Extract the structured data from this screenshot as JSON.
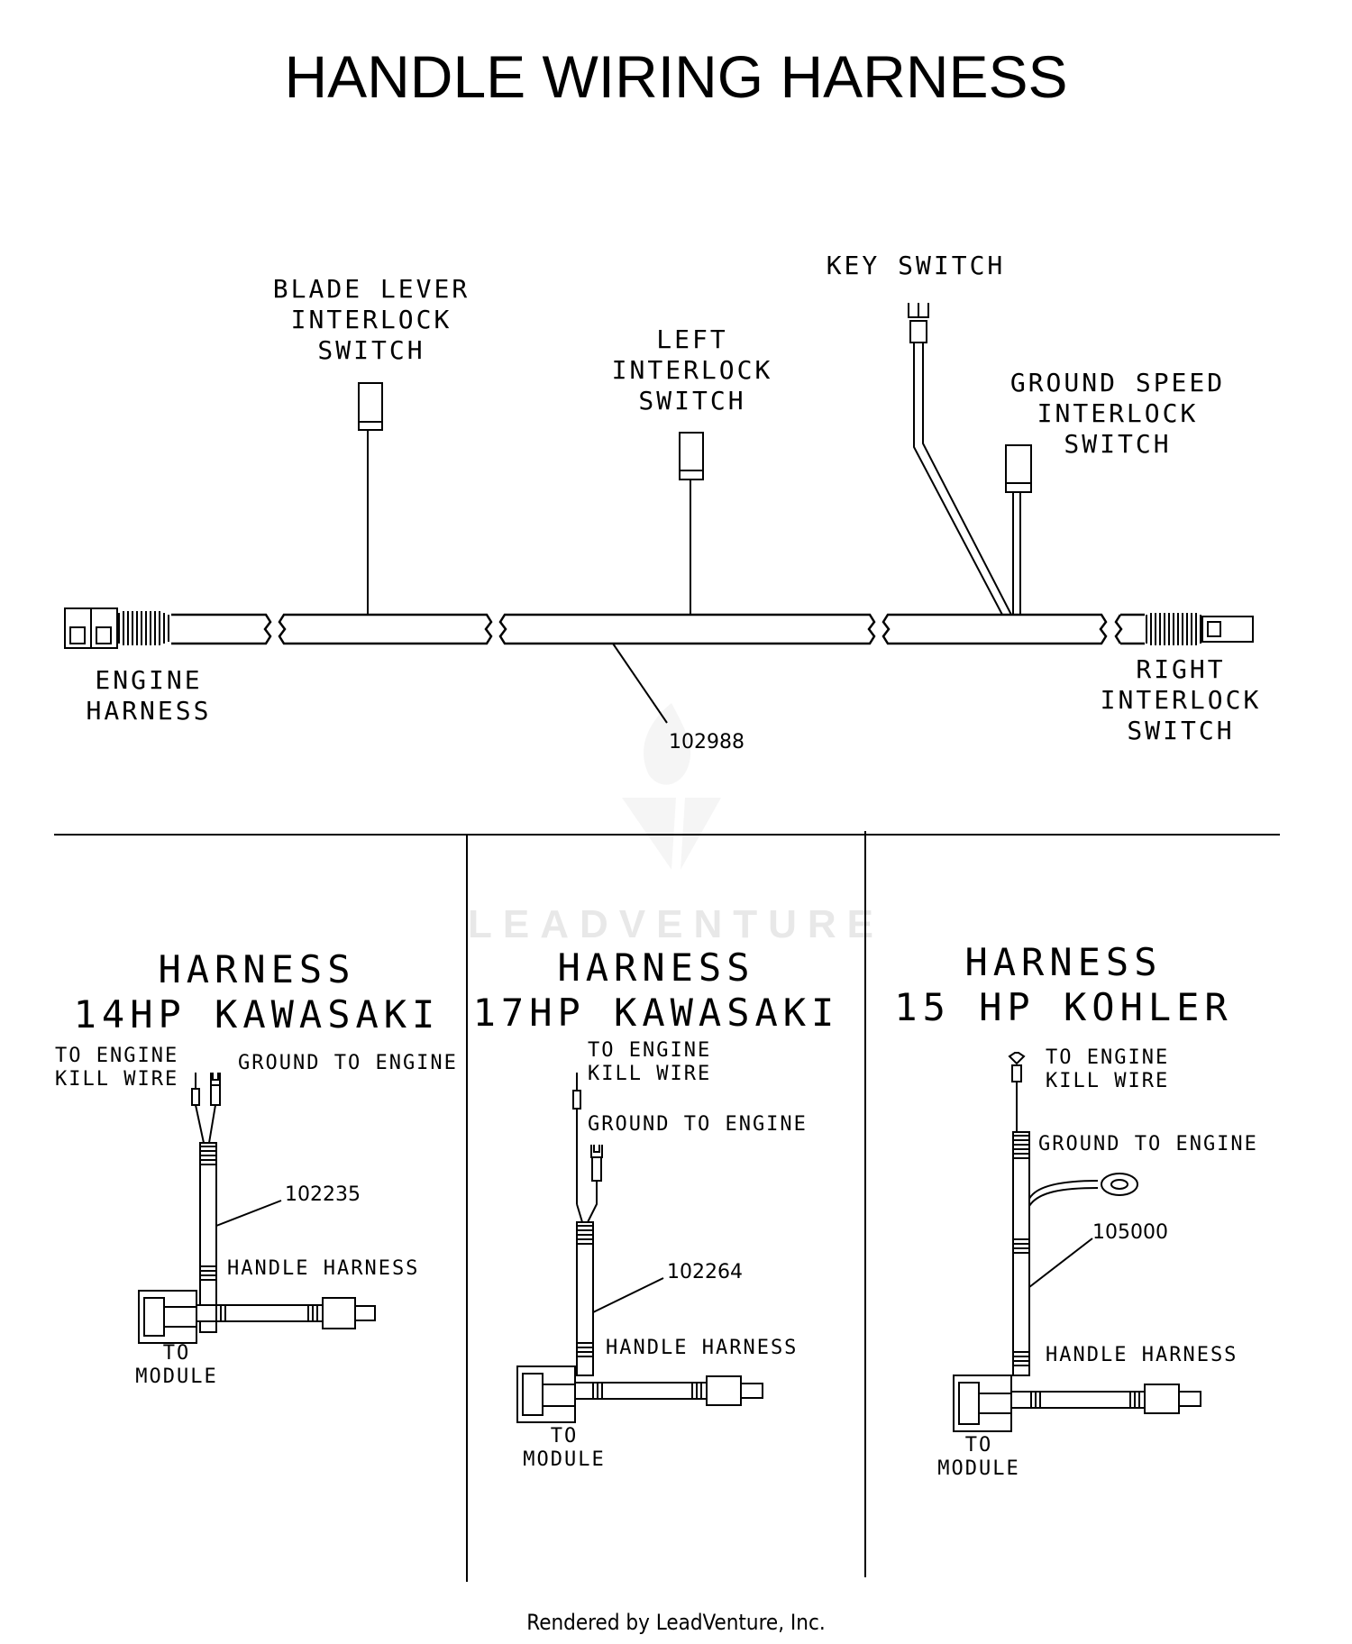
{
  "title": "HANDLE WIRING HARNESS",
  "main": {
    "labels": {
      "blade_lever": [
        "BLADE LEVER",
        "INTERLOCK",
        "SWITCH"
      ],
      "left_interlock": [
        "LEFT",
        "INTERLOCK",
        "SWITCH"
      ],
      "key_switch": [
        "KEY SWITCH"
      ],
      "ground_speed": [
        "GROUND SPEED",
        "INTERLOCK",
        "SWITCH"
      ],
      "engine_harness": [
        "ENGINE",
        "HARNESS"
      ],
      "right_interlock": [
        "RIGHT",
        "INTERLOCK",
        "SWITCH"
      ]
    },
    "part_number": "102988"
  },
  "variants": [
    {
      "heading": [
        "HARNESS",
        "14HP KAWASAKI"
      ],
      "kill_wire": [
        "TO ENGINE",
        "KILL WIRE"
      ],
      "ground": "GROUND TO ENGINE",
      "part_number": "102235",
      "handle": "HANDLE HARNESS",
      "module": [
        "TO",
        "MODULE"
      ]
    },
    {
      "heading": [
        "HARNESS",
        "17HP KAWASAKI"
      ],
      "kill_wire": [
        "TO ENGINE",
        "KILL WIRE"
      ],
      "ground": "GROUND TO ENGINE",
      "part_number": "102264",
      "handle": "HANDLE HARNESS",
      "module": [
        "TO",
        "MODULE"
      ]
    },
    {
      "heading": [
        "HARNESS",
        "15 HP KOHLER"
      ],
      "kill_wire": [
        "TO ENGINE",
        "KILL WIRE"
      ],
      "ground": "GROUND TO ENGINE",
      "part_number": "105000",
      "handle": "HANDLE HARNESS",
      "module": [
        "TO",
        "MODULE"
      ]
    }
  ],
  "watermark": "LEADVENTURE",
  "footer": "Rendered by LeadVenture, Inc."
}
